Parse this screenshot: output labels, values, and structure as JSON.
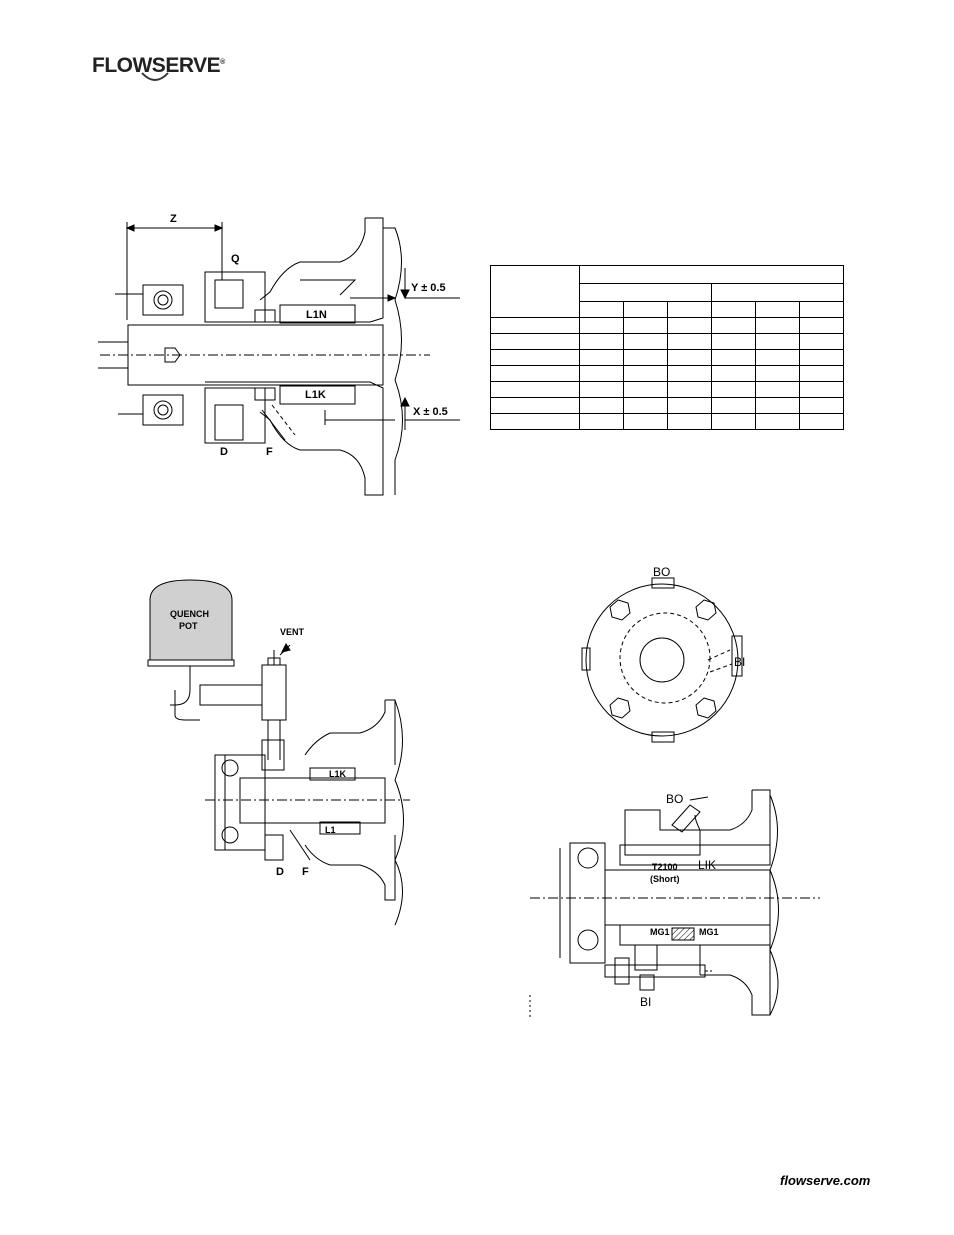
{
  "brand": {
    "logo_text": "FLOWSERVE",
    "registered_mark": "®"
  },
  "footer": {
    "url": "flowserve.com"
  },
  "figure_1": {
    "labels": {
      "z": "Z",
      "q": "Q",
      "l1n": "L1N",
      "l1k": "L1K",
      "y_dim": "Y ± 0.5",
      "x_dim": "X ± 0.5",
      "d": "D",
      "f": "F"
    }
  },
  "figure_2": {
    "labels": {
      "quench_pot_line1": "QUENCH",
      "quench_pot_line2": "POT",
      "vent": "VENT",
      "l1k": "L1K",
      "l1": "L1",
      "d": "D",
      "f": "F"
    }
  },
  "figure_3": {
    "labels": {
      "bo": "BO",
      "bi": "BI"
    }
  },
  "figure_4": {
    "labels": {
      "bo": "BO",
      "t2100": "T2100",
      "short": "(Short)",
      "lik": "LIK",
      "mg1_left": "MG1",
      "mg1_right": "MG1",
      "bi": "BI"
    }
  }
}
